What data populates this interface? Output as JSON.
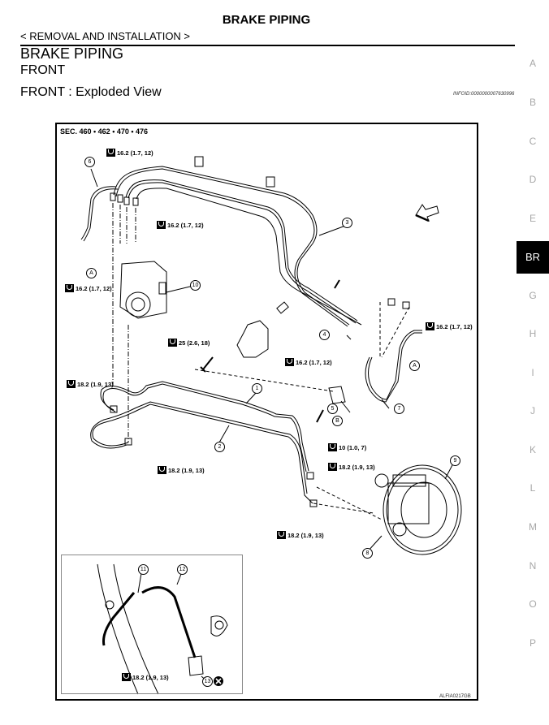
{
  "header": {
    "title": "BRAKE PIPING",
    "breadcrumb": "< REMOVAL AND INSTALLATION >"
  },
  "section": {
    "heading": "BRAKE PIPING",
    "subheading": "FRONT",
    "subsubheading": "FRONT : Exploded View",
    "info_id": "INFOID:0000000007630996"
  },
  "side_tabs": [
    {
      "label": "A",
      "active": false
    },
    {
      "label": "B",
      "active": false
    },
    {
      "label": "C",
      "active": false
    },
    {
      "label": "D",
      "active": false
    },
    {
      "label": "E",
      "active": false
    },
    {
      "label": "BR",
      "active": true
    },
    {
      "label": "G",
      "active": false
    },
    {
      "label": "H",
      "active": false
    },
    {
      "label": "I",
      "active": false
    },
    {
      "label": "J",
      "active": false
    },
    {
      "label": "K",
      "active": false
    },
    {
      "label": "L",
      "active": false
    },
    {
      "label": "M",
      "active": false
    },
    {
      "label": "N",
      "active": false
    },
    {
      "label": "O",
      "active": false
    },
    {
      "label": "P",
      "active": false
    }
  ],
  "figure": {
    "section_ref": "SEC. 460 • 462 • 470 • 476",
    "figure_id": "ALFIA0217GB",
    "front_arrow_icon": "front-direction-arrow",
    "callouts": [
      "1",
      "2",
      "3",
      "4",
      "5",
      "6",
      "7",
      "8",
      "9",
      "10",
      "11",
      "12",
      "13"
    ],
    "refs": [
      "A",
      "A",
      "B"
    ],
    "torques": [
      {
        "value": "16.2 (1.7, 12)"
      },
      {
        "value": "16.2 (1.7, 12)"
      },
      {
        "value": "16.2 (1.7, 12)"
      },
      {
        "value": "16.2 (1.7, 12)"
      },
      {
        "value": "16.2 (1.7, 12)"
      },
      {
        "value": "25 (2.6, 18)"
      },
      {
        "value": "18.2 (1.9, 13)"
      },
      {
        "value": "18.2 (1.9, 13)"
      },
      {
        "value": "10 (1.0, 7)"
      },
      {
        "value": "18.2 (1.9, 13)"
      },
      {
        "value": "18.2 (1.9, 13)"
      },
      {
        "value": "18.2 (1.9, 13)"
      }
    ],
    "do_not_reuse_icon": "do-not-reuse-x-icon"
  }
}
